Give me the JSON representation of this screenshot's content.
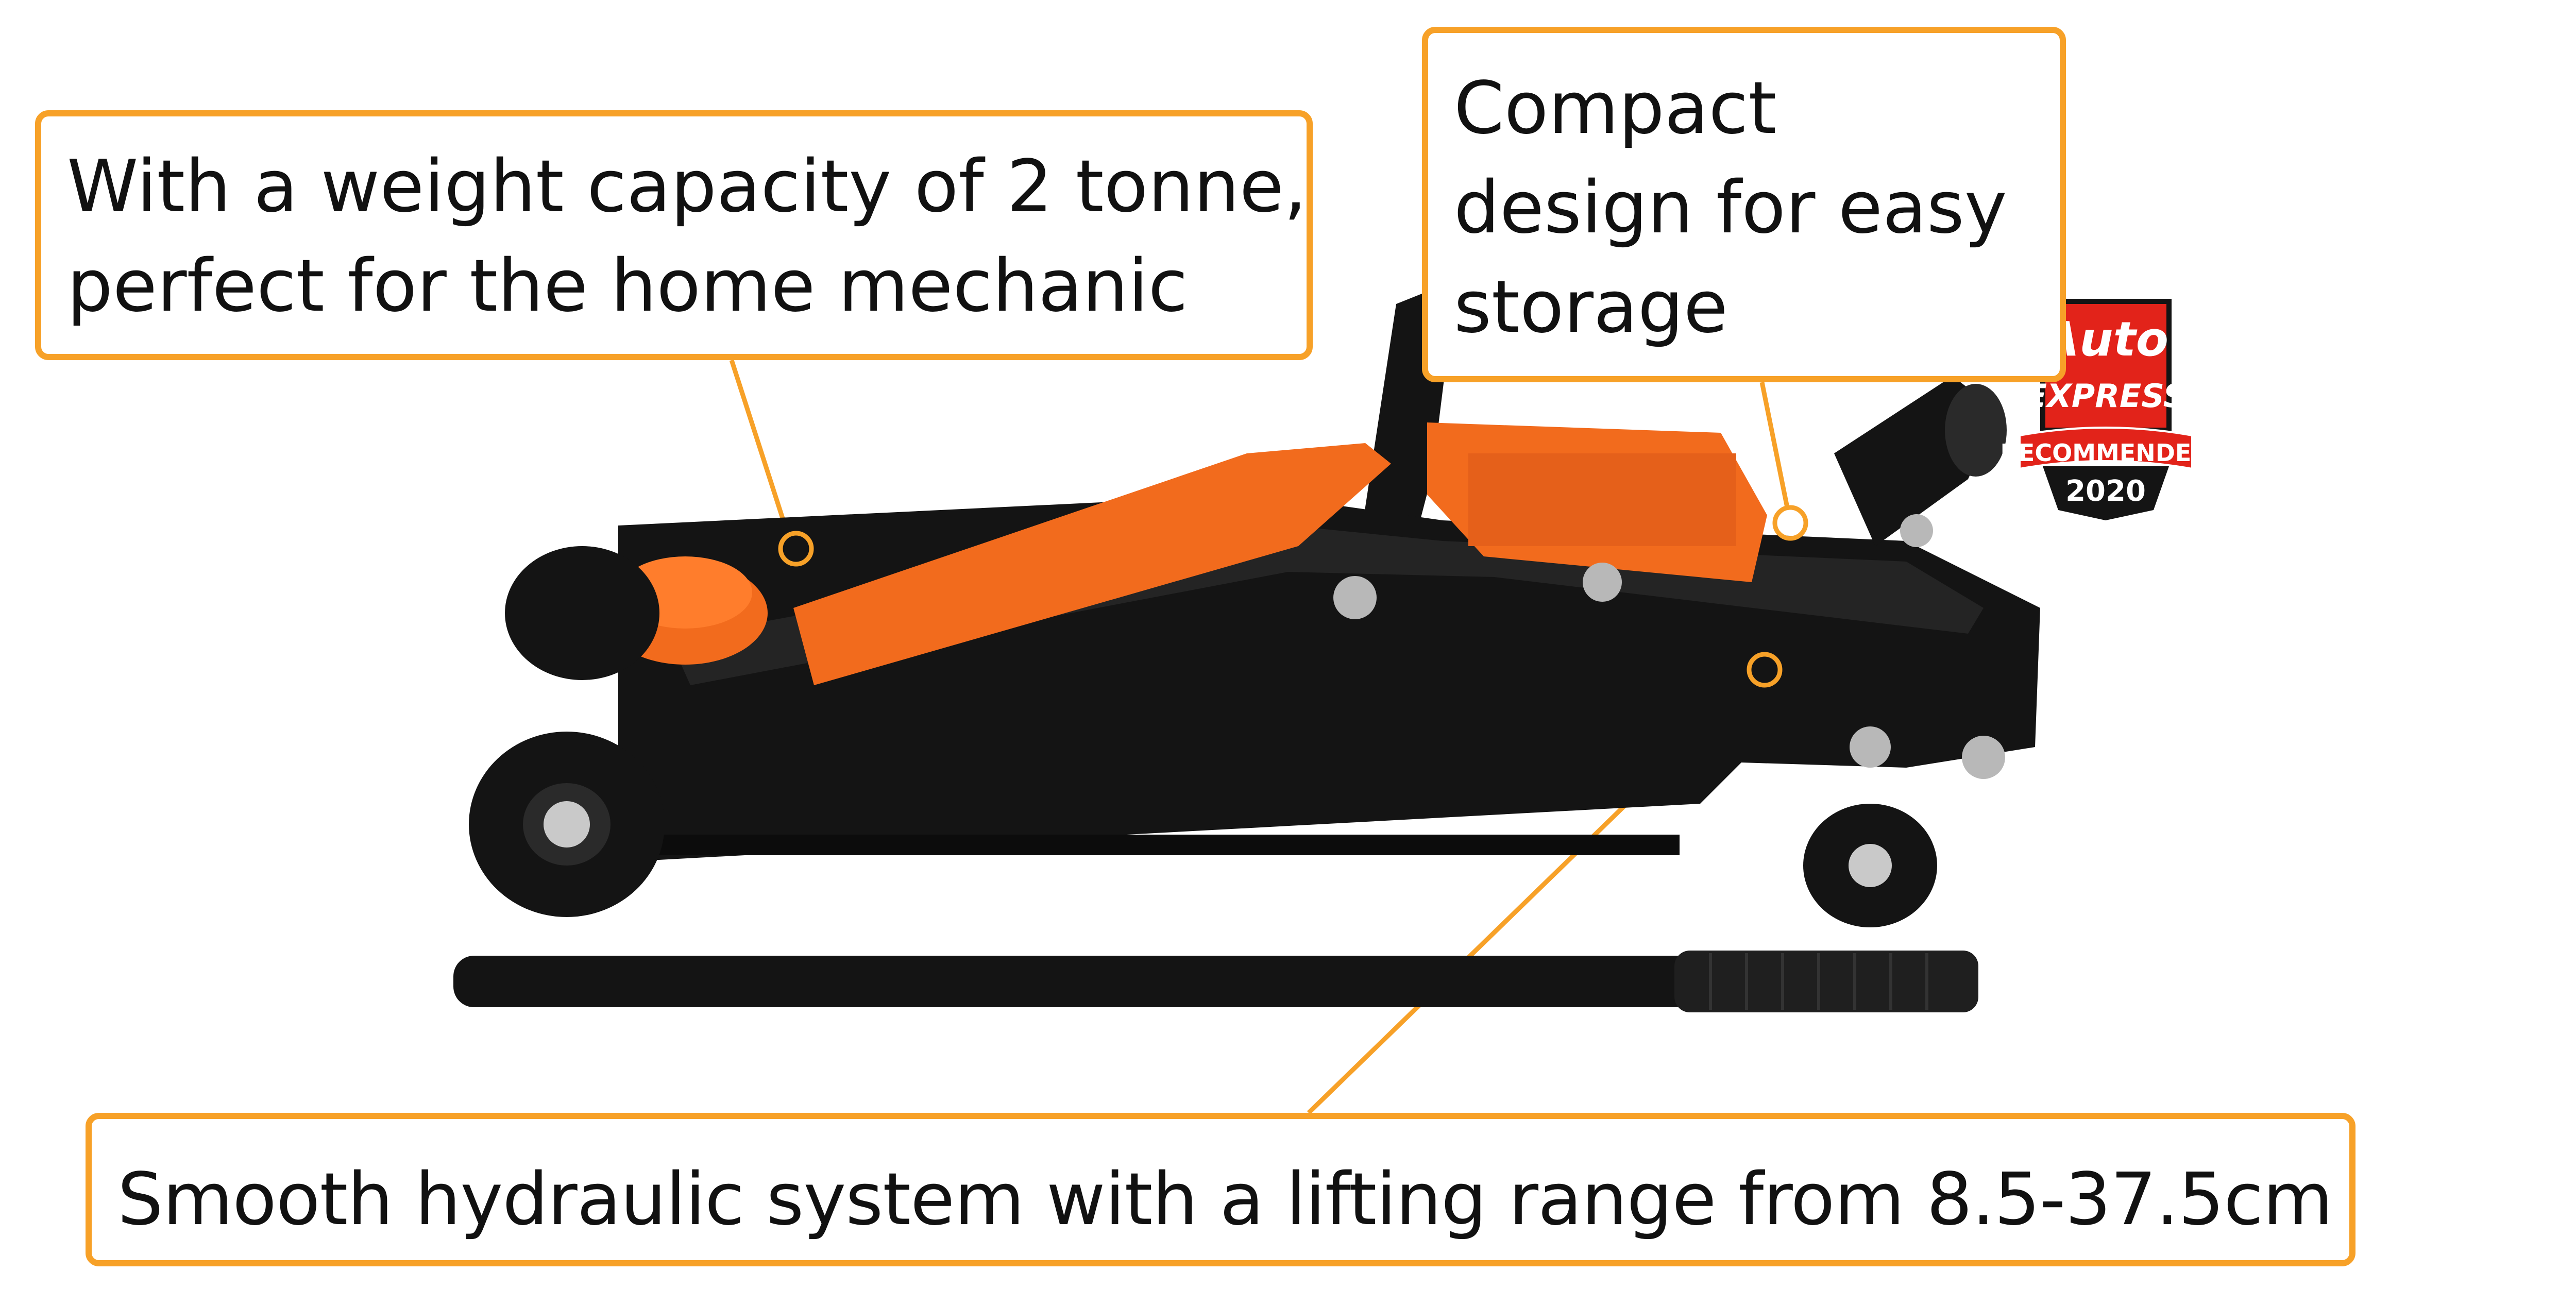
{
  "callouts": {
    "capacity": {
      "lines": [
        "With a weight capacity of 2 tonne,",
        "perfect for the home mechanic"
      ]
    },
    "compact": {
      "lines": [
        "Compact",
        "design for easy",
        "storage"
      ]
    },
    "hydraulic": {
      "lines": [
        "Smooth hydraulic system with a lifting range from 8.5-37.5cm"
      ]
    }
  },
  "badge": {
    "brand_line1": "Auto",
    "brand_line2": "EXPRESS",
    "ribbon": "RECOMMENDED",
    "year": "2020"
  },
  "colors": {
    "callout_border": "#f7a128",
    "jack_orange": "#f26b1d",
    "jack_black": "#141414",
    "badge_red": "#e2231a"
  },
  "icons": [
    "floor-jack-image",
    "jack-handle-image",
    "auto-express-badge"
  ]
}
